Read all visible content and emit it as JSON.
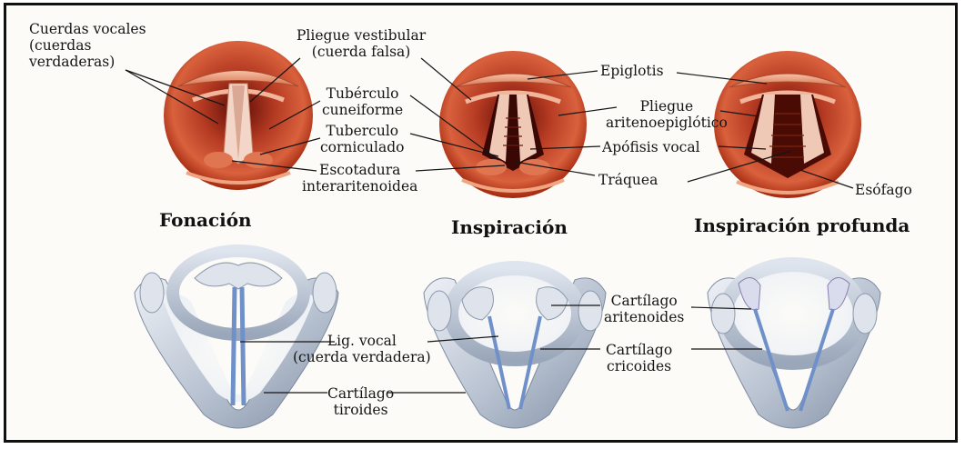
{
  "top_labels": {
    "cuerdas_vocales": [
      "Cuerdas vocales",
      "(cuerdas",
      "verdaderas)"
    ],
    "pliegue_vestibular": [
      "Pliegue vestibular",
      "(cuerda falsa)"
    ],
    "tuberculo_cuneiforme": [
      "Tubérculo",
      "cuneiforme"
    ],
    "tuberculo_corniculado": [
      "Tuberculo",
      "corniculado"
    ],
    "escotadura": [
      "Escotadura",
      "interaritenoidea"
    ],
    "epiglotis": "Epiglotis",
    "pliegue_aritenoepiglotico": [
      "Pliegue",
      "aritenoepiglótico"
    ],
    "apofisis_vocal": "Apófisis vocal",
    "traquea": "Tráquea",
    "esofago": "Esófago"
  },
  "titles": {
    "fonacion": "Fonación",
    "inspiracion": "Inspiración",
    "inspiracion_profunda": "Inspiración profunda"
  },
  "bottom_labels": {
    "lig_vocal": [
      "Lig. vocal",
      "(cuerda verdadera)"
    ],
    "cartilago_tiroides": [
      "Cartílago",
      "tiroides"
    ],
    "cartilago_aritenoides": [
      "Cartílago",
      "aritenoides"
    ],
    "cartilago_cricoides": [
      "Cartílago",
      "cricoides"
    ]
  },
  "colors": {
    "tissue_dark": "#8e1d0d",
    "tissue_mid": "#c9452a",
    "tissue_light": "#e9967a",
    "cartilage": "#a9b5c6",
    "cartilage_light": "#e3e8f0",
    "ligament": "#6f90c8",
    "frame": "#111111"
  }
}
